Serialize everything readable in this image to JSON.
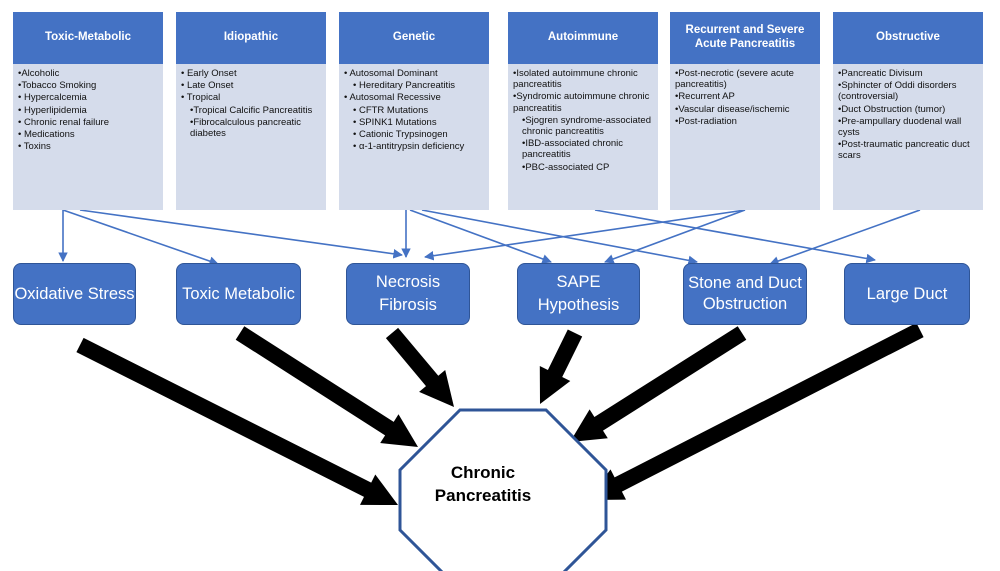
{
  "categories": [
    {
      "title": "Toxic-Metabolic",
      "items": [
        {
          "text": "•Alcoholic",
          "level": 0
        },
        {
          "text": "•Tobacco Smoking",
          "level": 0
        },
        {
          "text": "• Hypercalcemia",
          "level": 0
        },
        {
          "text": "• Hyperlipidemia",
          "level": 0
        },
        {
          "text": "• Chronic renal failure",
          "level": 0
        },
        {
          "text": "• Medications",
          "level": 0
        },
        {
          "text": "• Toxins",
          "level": 0
        }
      ]
    },
    {
      "title": "Idiopathic",
      "items": [
        {
          "text": "• Early Onset",
          "level": 0
        },
        {
          "text": "• Late Onset",
          "level": 0
        },
        {
          "text": "• Tropical",
          "level": 0
        },
        {
          "text": "•Tropical Calcific Pancreatitis",
          "level": 1
        },
        {
          "text": "•Fibrocalculous pancreatic diabetes",
          "level": 1
        }
      ]
    },
    {
      "title": "Genetic",
      "items": [
        {
          "text": "• Autosomal Dominant",
          "level": 0
        },
        {
          "text": "• Hereditary Pancreatitis",
          "level": 1
        },
        {
          "text": "• Autosomal Recessive",
          "level": 0
        },
        {
          "text": "• CFTR Mutations",
          "level": 1
        },
        {
          "text": "• SPINK1 Mutations",
          "level": 1
        },
        {
          "text": "• Cationic Trypsinogen",
          "level": 1
        },
        {
          "text": "• α-1-antitrypsin deficiency",
          "level": 1
        }
      ]
    },
    {
      "title": "Autoimmune",
      "items": [
        {
          "text": "•Isolated autoimmune chronic pancreatitis",
          "level": 0
        },
        {
          "text": "•Syndromic autoimmune chronic pancreatitis",
          "level": 0
        },
        {
          "text": "•Sjogren syndrome-associated chronic pancreatitis",
          "level": 1
        },
        {
          "text": "•IBD-associated chronic pancreatitis",
          "level": 1
        },
        {
          "text": "•PBC-associated CP",
          "level": 1
        }
      ]
    },
    {
      "title": "Recurrent and Severe Acute Pancreatitis",
      "items": [
        {
          "text": "•Post-necrotic (severe acute pancreatitis)",
          "level": 0
        },
        {
          "text": "•Recurrent AP",
          "level": 0
        },
        {
          "text": "•Vascular disease/ischemic",
          "level": 0
        },
        {
          "text": "•Post-radiation",
          "level": 0
        }
      ]
    },
    {
      "title": "Obstructive",
      "items": [
        {
          "text": "•Pancreatic Divisum",
          "level": 0
        },
        {
          "text": "•Sphincter of Oddi disorders (controversial)",
          "level": 0
        },
        {
          "text": "•Duct Obstruction (tumor)",
          "level": 0
        },
        {
          "text": "•Pre-ampullary duodenal wall cysts",
          "level": 0
        },
        {
          "text": "•Post-traumatic pancreatic duct scars",
          "level": 0
        }
      ]
    }
  ],
  "mechanisms": [
    "Oxidative Stress",
    "Toxic Metabolic",
    "Necrosis Fibrosis",
    "SAPE Hypothesis",
    "Stone and Duct Obstruction",
    "Large Duct"
  ],
  "center": {
    "label": "Chronic Pancreatitis"
  },
  "colors": {
    "box": "#4472C4",
    "box_body": "#D5DCEB",
    "connector": "#4472C4",
    "big_arrow": "#000000"
  }
}
